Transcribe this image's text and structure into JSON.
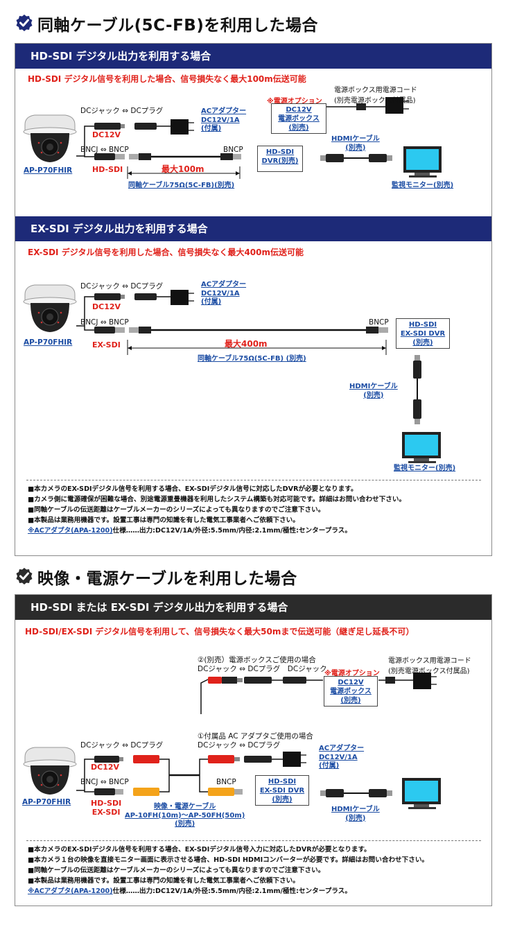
{
  "section1": {
    "title": "同軸ケーブル(5C-FB)を利用した場合",
    "panel_hd": {
      "header": "HD-SDI デジタル出力を利用する場合",
      "subtitle": "HD-SDI デジタル信号を利用した場合、信号損失なく最大100m伝送可能",
      "dc_jack_plug": "DCジャック ⇔ DCプラグ",
      "dc12v": "DC12V",
      "bncj_bncp": "BNCJ ⇔ BNCP",
      "hdsdi": "HD-SDI",
      "bncp": "BNCP",
      "max": "最大100m",
      "camera": "AP-P70FHIR",
      "ac_adapter": [
        "ACアダプター",
        "DC12V/1A",
        "(付属)"
      ],
      "cable": "同軸ケーブル75Ω(5C-FB)(別売)",
      "power_option": "※電源オプション",
      "power_box": [
        "DC12V",
        "電源ボックス",
        "(別売)"
      ],
      "power_cord": [
        "電源ボックス用電源コード",
        "(別売電源ボックス付属品)"
      ],
      "dvr": [
        "HD-SDI",
        "DVR(別売)"
      ],
      "hdmi": [
        "HDMIケーブル",
        "(別売)"
      ],
      "monitor": "監視モニター(別売)"
    },
    "panel_ex": {
      "header": "EX-SDI デジタル出力を利用する場合",
      "subtitle": "EX-SDI デジタル信号を利用した場合、信号損失なく最大400m伝送可能",
      "dc_jack_plug": "DCジャック ⇔ DCプラグ",
      "dc12v": "DC12V",
      "bncj_bncp": "BNCJ ⇔ BNCP",
      "exsdi": "EX-SDI",
      "bncp": "BNCP",
      "max": "最大400m",
      "camera": "AP-P70FHIR",
      "ac_adapter": [
        "ACアダプター",
        "DC12V/1A",
        "(付属)"
      ],
      "cable": "同軸ケーブル75Ω(5C-FB) (別売)",
      "dvr": [
        "HD-SDI",
        "EX-SDI DVR",
        "(別売)"
      ],
      "hdmi": [
        "HDMIケーブル",
        "(別売)"
      ],
      "monitor": "監視モニター(別売)"
    },
    "notes": [
      "■本カメラのEX-SDIデジタル信号を利用する場合、EX-SDIデジタル信号に対応したDVRが必要となります。",
      "■カメラ側に電源確保が困難な場合、別途電源重畳機器を利用したシステム構築も対応可能です。詳細はお問い合わせ下さい。",
      "■同軸ケーブルの伝送距離はケーブルメーカーのシリーズによっても異なりますのでご注意下さい。",
      "■本製品は業務用機器です。設置工事は専門の知識を有した電気工事業者へご依頼下さい。"
    ],
    "note_link": "※ACアダプタ(APA-1200)",
    "note_spec": "仕様……出力:DC12V/1A/外径:5.5mm/内径:2.1mm/極性:センタープラス。"
  },
  "section2": {
    "title": "映像・電源ケーブルを利用した場合",
    "header": "HD-SDI または EX-SDI デジタル出力を利用する場合",
    "subtitle": "HD-SDI/EX-SDI デジタル信号を利用して、信号損失なく最大50mまで伝送可能（継ぎ足し延長不可）",
    "opt2": "②(別売）電源ボックスご使用の場合",
    "dc_jack_plug_jack": "DCジャック ⇔ DCプラグ　DCジャック",
    "power_option": "※電源オプション",
    "power_box": [
      "DC12V",
      "電源ボックス",
      "(別売)"
    ],
    "power_cord": [
      "電源ボックス用電源コード",
      "(別売電源ボックス付属品)"
    ],
    "opt1": "①付属品 AC アダプタご使用の場合",
    "dc_jack_plug_r": "DCジャック ⇔ DCプラグ",
    "ac_adapter": [
      "ACアダプター",
      "DC12V/1A",
      "(付属)"
    ],
    "dc_jack_plug_l": "DCジャック ⇔ DCプラグ",
    "dc12v": "DC12V",
    "bncj_bncp": "BNCJ ⇔ BNCP",
    "bncp": "BNCP",
    "camera": "AP-P70FHIR",
    "sdi": [
      "HD-SDI",
      "EX-SDI"
    ],
    "cable": [
      "映像・電源ケーブル",
      "AP-10FH(10m)～AP-50FH(50m)",
      "(別売)"
    ],
    "dvr": [
      "HD-SDI",
      "EX-SDI DVR",
      "(別売)"
    ],
    "hdmi": [
      "HDMIケーブル",
      "(別売)"
    ],
    "notes": [
      "■本カメラのEX-SDIデジタル信号を利用する場合、EX-SDIデジタル信号入力に対応したDVRが必要となります。",
      "■本カメラ１台の映像を直接モニター画面に表示させる場合、HD-SDI HDMIコンバーターが必要です。詳細はお問い合わせ下さい。",
      "■同軸ケーブルの伝送距離はケーブルメーカーのシリーズによっても異なりますのでご注意下さい。",
      "■本製品は業務用機器です。設置工事は専門の知識を有した電気工事業者へご依頼下さい。"
    ],
    "note_link": "※ACアダプタ(APA-1200)",
    "note_spec": "仕様……出力:DC12V/1A/外径:5.5mm/内径:2.1mm/極性:センタープラス。"
  },
  "icons": {
    "check": "check-badge-icon",
    "camera": "dome-camera-icon",
    "monitor": "monitor-icon",
    "plug": "power-plug-icon"
  },
  "colors": {
    "navy": "#1d2a78",
    "dark": "#2b2b2b",
    "red": "#e0221b",
    "link": "#1b4ca3",
    "monitor_screen": "#2cc9f0"
  }
}
